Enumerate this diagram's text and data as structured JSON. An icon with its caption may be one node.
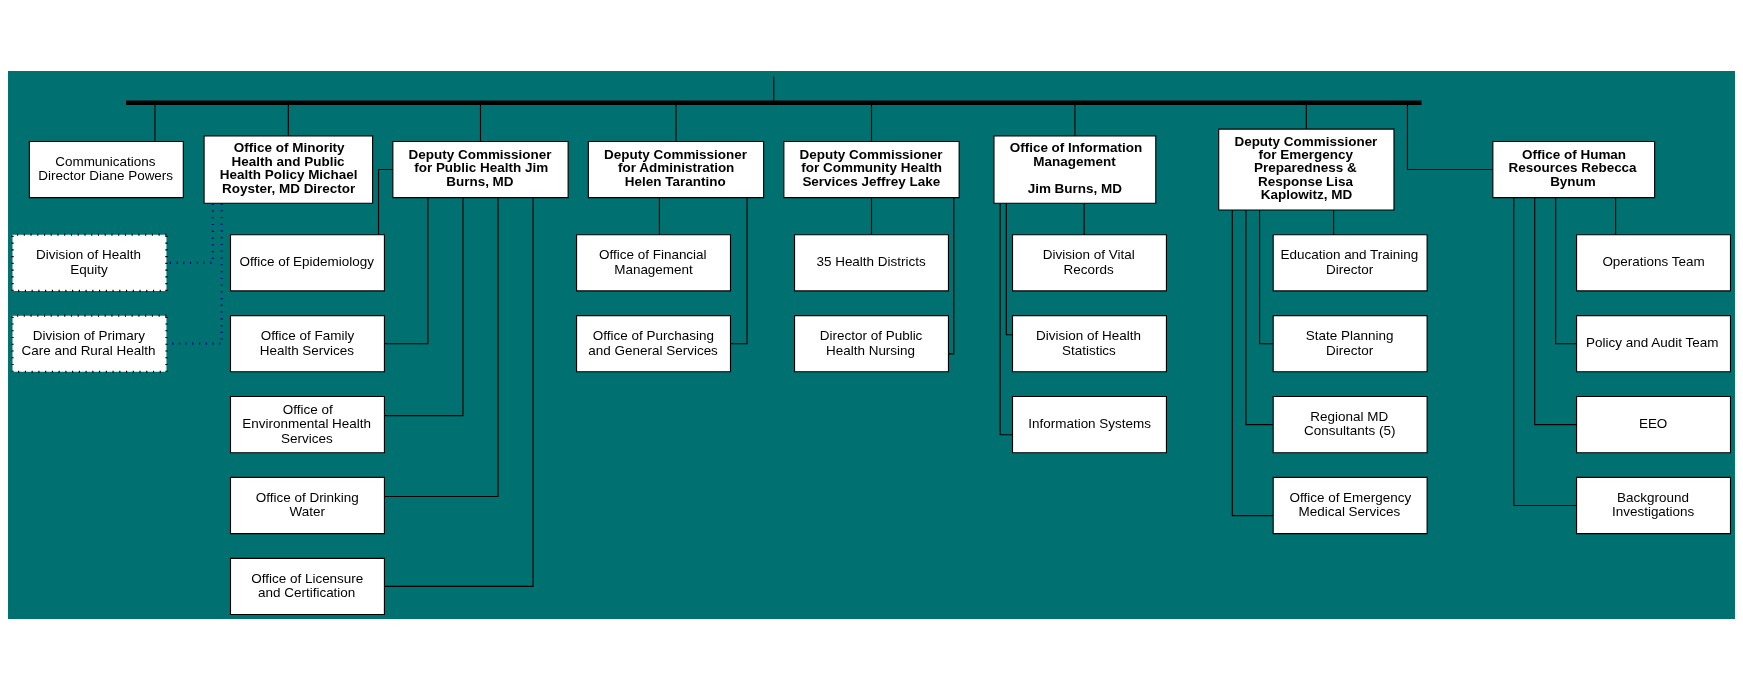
{
  "diagram": {
    "nodes": [
      {
        "text": [
          "Communications Director Diane Powers"
        ]
      },
      {
        "text": [
          "Office of Minority Health and Public Health Policy Michael Royster, MD Director"
        ]
      },
      {
        "text": [
          "Deputy Commissioner for Public Health Jim Burns, MD"
        ]
      },
      {
        "text": [
          "Deputy Commissioner for Administration Helen Tarantino"
        ]
      },
      {
        "text": [
          "Deputy Commissioner for Community Health Services Jeffrey Lake"
        ]
      },
      {
        "text": [
          "Office of Information Management",
          "Jim Burns, MD"
        ]
      },
      {
        "text": [
          "Deputy Commissioner for Emergency Preparedness & Response Lisa Kaplowitz, MD"
        ]
      },
      {
        "text": [
          "Office of Human Resources Rebecca Bynum"
        ]
      },
      {
        "text": [
          "Division of Health Equity"
        ]
      },
      {
        "text": [
          "Division of Primary Care and Rural Health"
        ]
      },
      {
        "text": [
          "Office of Epidemiology"
        ]
      },
      {
        "text": [
          "Office of Family Health Services"
        ]
      },
      {
        "text": [
          "Office of Environmental Health Services"
        ]
      },
      {
        "text": [
          "Office of Drinking Water"
        ]
      },
      {
        "text": [
          "Office of Licensure and Certification"
        ]
      },
      {
        "text": [
          "Office of Financial Management"
        ]
      },
      {
        "text": [
          "Office of Purchasing and General Services"
        ]
      },
      {
        "text": [
          "35 Health Districts"
        ]
      },
      {
        "text": [
          "Director of Public Health Nursing"
        ]
      },
      {
        "text": [
          "Division of Vital Records"
        ]
      },
      {
        "text": [
          "Division of Health Statistics"
        ]
      },
      {
        "text": [
          "Information Systems"
        ]
      },
      {
        "text": [
          "Education and Training Director"
        ]
      },
      {
        "text": [
          "State Planning Director"
        ]
      },
      {
        "text": [
          "Regional MD Consultants (5)"
        ]
      },
      {
        "text": [
          "Office of Emergency Medical Services"
        ]
      },
      {
        "text": [
          "Operations Team"
        ]
      },
      {
        "text": [
          "Policy and Audit Team"
        ]
      },
      {
        "text": [
          "EEO"
        ]
      },
      {
        "text": [
          "Background Investigations"
        ]
      },
      {
        "text": [],
        "shape": "bar"
      }
    ],
    "edges": [
      {
        "from": null,
        "to": 30,
        "arrow": "none"
      },
      {
        "from": 30,
        "to": 0,
        "arrow": "none"
      },
      {
        "from": 30,
        "to": 1,
        "arrow": "none"
      },
      {
        "from": 30,
        "to": 2,
        "arrow": "none"
      },
      {
        "from": 30,
        "to": 3,
        "arrow": "none"
      },
      {
        "from": 30,
        "to": 4,
        "arrow": "none"
      },
      {
        "from": 30,
        "to": 5,
        "arrow": "none"
      },
      {
        "from": 30,
        "to": 6,
        "arrow": "none"
      },
      {
        "from": 30,
        "to": 7,
        "arrow": "none"
      },
      {
        "from": 1,
        "to": 8,
        "arrow": "none",
        "style": "dashed",
        "color": "#000080"
      },
      {
        "from": 1,
        "to": 9,
        "arrow": "none",
        "style": "dashed",
        "color": "#000080"
      },
      {
        "from": 2,
        "to": 10,
        "arrow": "none"
      },
      {
        "from": 2,
        "to": 11,
        "arrow": "none"
      },
      {
        "from": 2,
        "to": 12,
        "arrow": "none"
      },
      {
        "from": 2,
        "to": 13,
        "arrow": "none"
      },
      {
        "from": 2,
        "to": 14,
        "arrow": "none"
      },
      {
        "from": 3,
        "to": 15,
        "arrow": "none"
      },
      {
        "from": 3,
        "to": 16,
        "arrow": "none"
      },
      {
        "from": 4,
        "to": 17,
        "arrow": "none"
      },
      {
        "from": 4,
        "to": 18,
        "arrow": "none"
      },
      {
        "from": 5,
        "to": 19,
        "arrow": "none"
      },
      {
        "from": 5,
        "to": 20,
        "arrow": "none"
      },
      {
        "from": 5,
        "to": 21,
        "arrow": "none"
      },
      {
        "from": 6,
        "to": 22,
        "arrow": "none"
      },
      {
        "from": 6,
        "to": 23,
        "arrow": "none"
      },
      {
        "from": 6,
        "to": 24,
        "arrow": "none"
      },
      {
        "from": 6,
        "to": 25,
        "arrow": "none"
      },
      {
        "from": 7,
        "to": 26,
        "arrow": "none"
      },
      {
        "from": 7,
        "to": 27,
        "arrow": "none"
      },
      {
        "from": 7,
        "to": 28,
        "arrow": "none"
      },
      {
        "from": 7,
        "to": 29,
        "arrow": "none"
      }
    ]
  }
}
